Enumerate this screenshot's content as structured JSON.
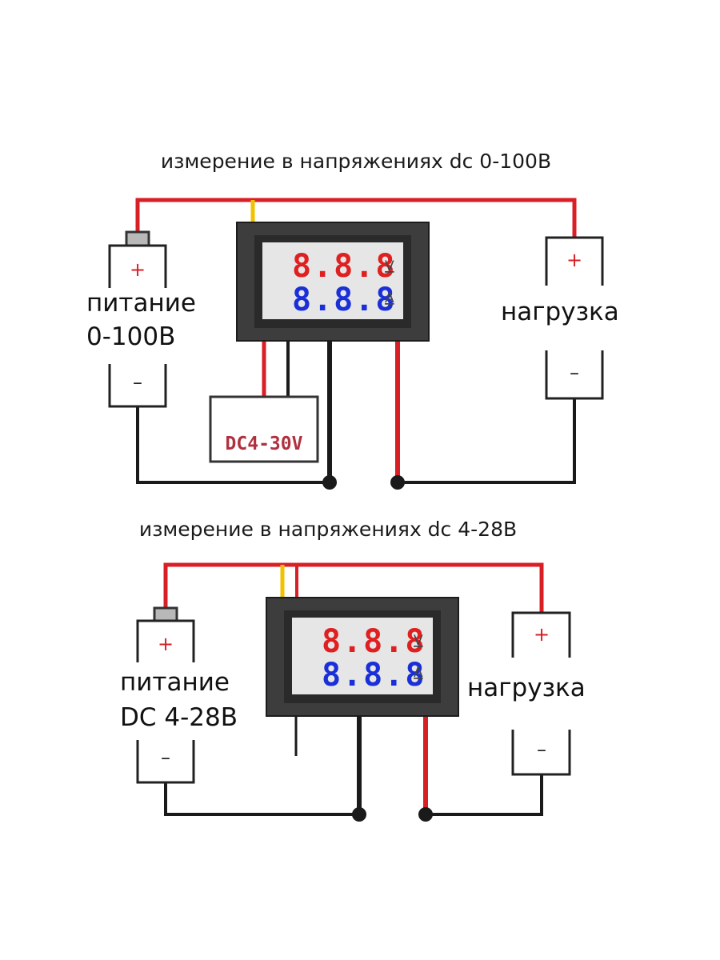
{
  "colors": {
    "wire_red": "#d81f26",
    "wire_black": "#1a1a1a",
    "wire_yellow": "#f2c200",
    "display_red": "#e02020",
    "display_blue": "#1a2fd8",
    "panel": "#3d3d3d",
    "screen": "#e6e6e6",
    "dc_text": "#b03040"
  },
  "diagram_top": {
    "title": "измерение в напряжениях dc 0-100В",
    "supply": {
      "label_line1": "питание",
      "label_line2": "0-100В",
      "plus": "+",
      "minus": "–"
    },
    "load": {
      "label": "нагрузка",
      "plus": "+",
      "minus": "–"
    },
    "meter": {
      "voltage_digits": "8.8.8",
      "voltage_unit": "V",
      "current_digits": "8.8.8",
      "current_unit": "A"
    },
    "aux_supply": {
      "label": "DC4-30V"
    }
  },
  "diagram_bottom": {
    "title": "измерение в напряжениях dc 4-28В",
    "supply": {
      "label_line1": "питание",
      "label_line2": "DC 4-28В",
      "plus": "+",
      "minus": "–"
    },
    "load": {
      "label": "нагрузка",
      "plus": "+",
      "minus": "–"
    },
    "meter": {
      "voltage_digits": "8.8.8",
      "voltage_unit": "V",
      "current_digits": "8.8.8",
      "current_unit": "A"
    }
  }
}
